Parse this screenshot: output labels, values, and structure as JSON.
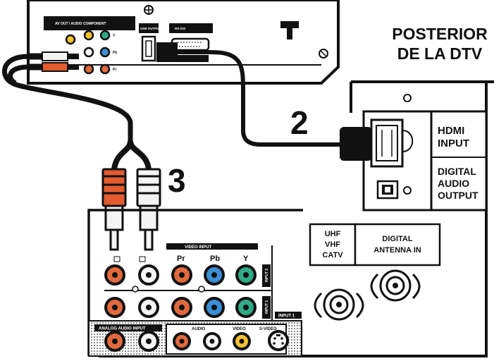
{
  "title": {
    "line1": "POSTERIOR",
    "line2": "DE LA DTV"
  },
  "steps": {
    "hdmi": "2",
    "audio": "3"
  },
  "tv_panel": {
    "hdmi_input": {
      "line1": "HDMI",
      "line2": "INPUT"
    },
    "digital_audio_output": {
      "line1": "DIGITAL",
      "line2": "AUDIO",
      "line3": "OUTPUT"
    },
    "uhf": {
      "line1": "UHF",
      "line2": "VHF",
      "line3": "CATV"
    },
    "digital_antenna": {
      "line1": "DIGITAL",
      "line2": "ANTENNA IN"
    },
    "video_input": {
      "header": "VIDEO INPUT",
      "pr": "Pr",
      "pb": "Pb",
      "y": "Y",
      "row1_tag": "INPUT 2",
      "row2_tag": "INPUT 1"
    },
    "bottom": {
      "audio_input": "ANALOG AUDIO INPUT",
      "audio": "AUDIO",
      "video": "VIDEO",
      "svideo": "S-VIDEO",
      "input1": "INPUT 1"
    }
  },
  "device": {
    "audio_out": "AV OUT / AUDIO",
    "component": "COMPONENT",
    "usb_output": "USB OUTPUT",
    "rs232": "RS-232",
    "y": "Y",
    "pb": "Pb",
    "pr": "Pr"
  },
  "colors": {
    "red": "#e06a3e",
    "blue": "#3a8fd6",
    "green": "#2faa85",
    "yellow": "#f2c230",
    "white": "#f4f4f4",
    "black": "#111111",
    "red_plug": "#e35b2e"
  }
}
